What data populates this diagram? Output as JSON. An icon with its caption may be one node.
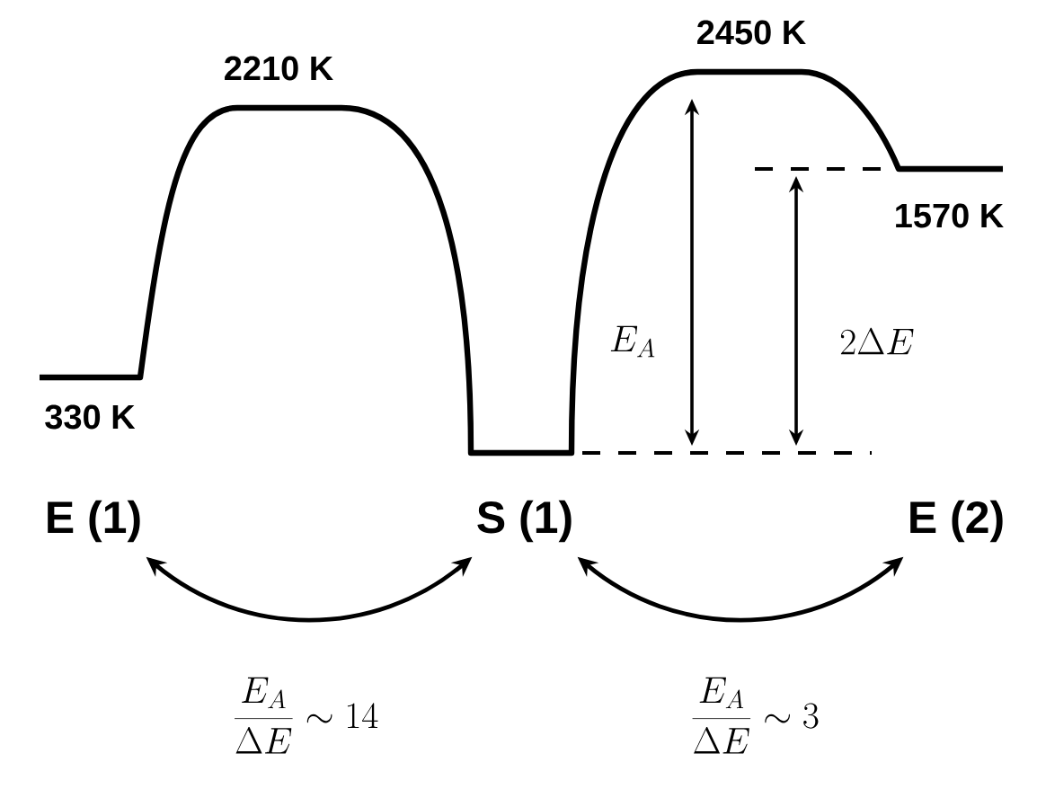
{
  "diagram": {
    "nodes": [
      {
        "text": [
          "E (1)"
        ]
      },
      {
        "text": [
          "S (1)"
        ]
      },
      {
        "text": [
          "E (2)"
        ]
      }
    ],
    "edges": [
      {
        "from": 0,
        "to": 1,
        "arrow": "both",
        "label": "\\frac{E_A}{\\Delta E} \\sim 14"
      },
      {
        "from": 1,
        "to": 2,
        "arrow": "both",
        "label": "\\frac{E_A}{\\Delta E} \\sim 3"
      }
    ],
    "labels": [
      "2450 K",
      "2210 K",
      "1570 K",
      "E_A",
      "2\\Delta E",
      "330 K"
    ]
  }
}
